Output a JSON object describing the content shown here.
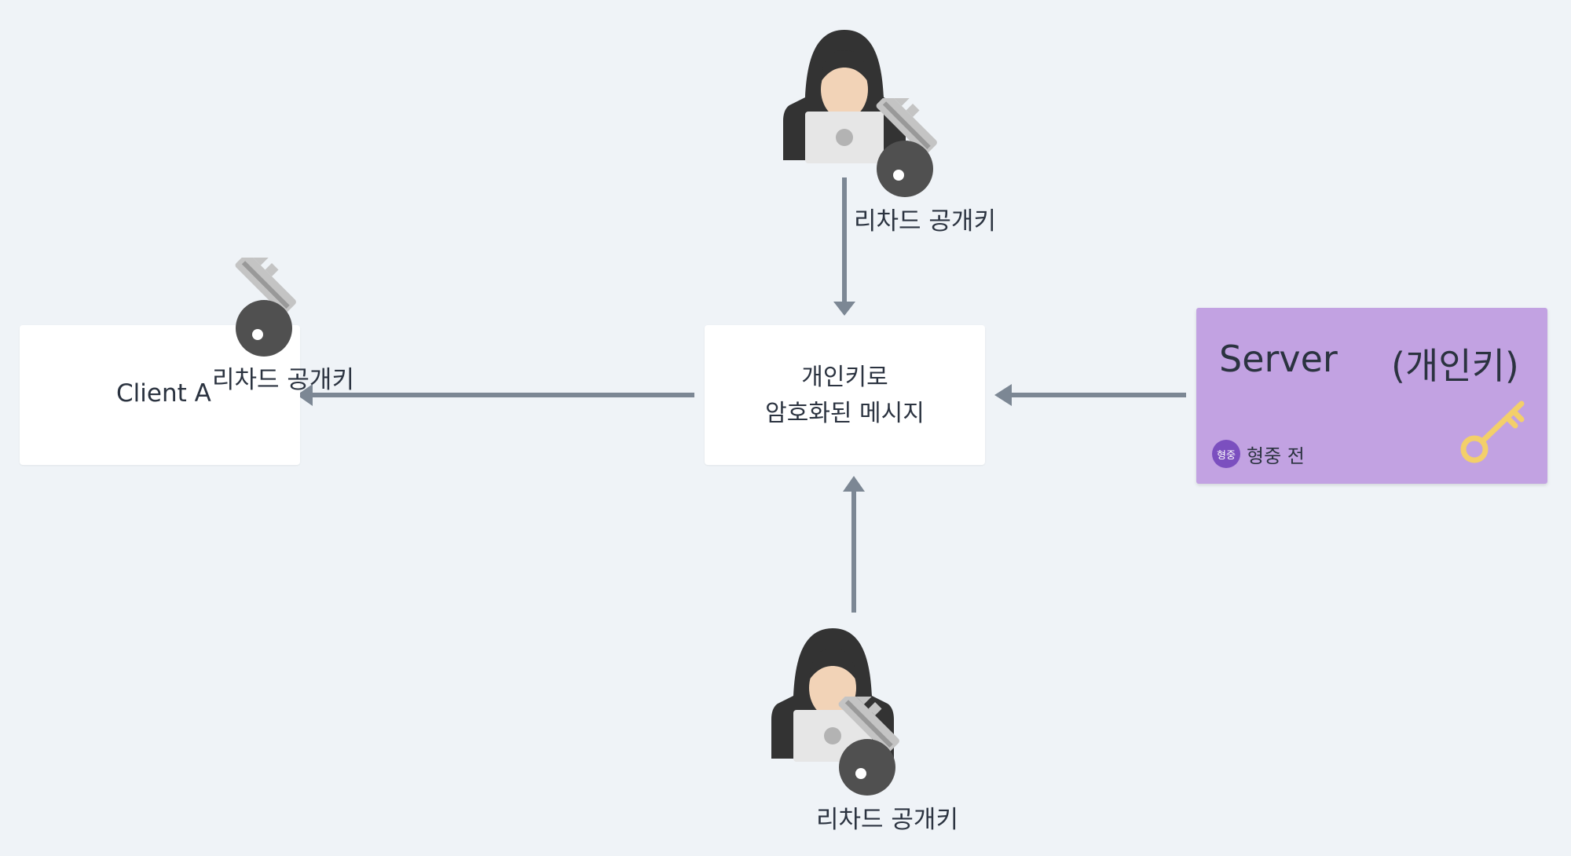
{
  "client": {
    "label": "Client A"
  },
  "message": {
    "line1": "개인키로",
    "line2": "암호화된 메시지"
  },
  "server": {
    "title": "Server",
    "subtitle": "(개인키)",
    "author_initials": "형중",
    "author_name": "형중 전"
  },
  "labels": {
    "top_key": "리차드 공개키",
    "client_key": "리차드 공개키",
    "bottom_key": "리차드 공개키"
  },
  "colors": {
    "background": "#eff3f7",
    "arrow": "#7c8794",
    "server_sticky": "#c2a2e2",
    "avatar": "#7b4fbf",
    "gold_key": "#f3cf6a"
  },
  "icons": [
    "hacker-icon",
    "gray-key-icon",
    "gold-key-icon"
  ]
}
